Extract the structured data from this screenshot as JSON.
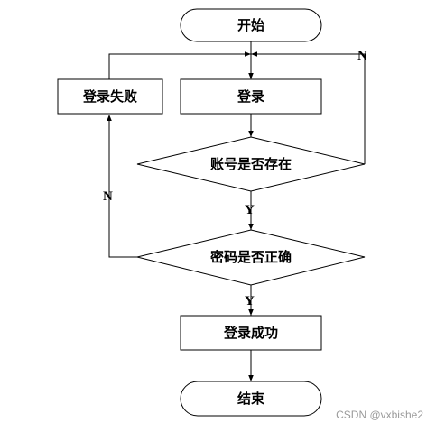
{
  "nodes": {
    "start": "开始",
    "login": "登录",
    "login_failed": "登录失败",
    "account_check": "账号是否存在",
    "password_check": "密码是否正确",
    "login_success": "登录成功",
    "end": "结束"
  },
  "branch_labels": {
    "account_no": "N",
    "account_yes": "Y",
    "password_no": "N",
    "password_yes": "Y"
  },
  "watermark": "CSDN @vxbishe2"
}
